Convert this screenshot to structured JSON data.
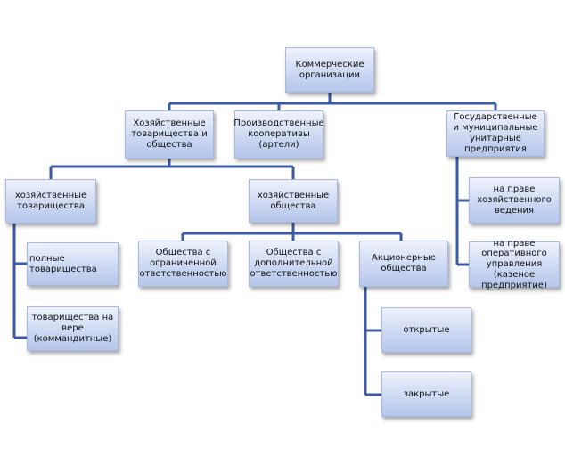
{
  "diagram": {
    "root": "Коммерческие организации",
    "level1": [
      "Хозяйственные товарищества и общества",
      "Производственные кооперативы (артели)",
      "Государственные и муниципальные унитарные предприятия"
    ],
    "partnerships": {
      "title": "хозяйственные товарищества",
      "children": [
        "полные товарищества",
        "товарищества на вере (коммандитные)"
      ]
    },
    "companies": {
      "title": "хозяйственные общества",
      "children": [
        "Общества с ограниченной ответственностью",
        "Общества с дополнительной ответственностью",
        "Акционерные общества"
      ]
    },
    "joint_stock": {
      "children": [
        "открытые",
        "закрытые"
      ]
    },
    "unitary": {
      "children": [
        "на праве хозяйственного ведения",
        "на праве оперативного управления (казеное предприятие)"
      ]
    },
    "colors": {
      "box_light": "#eef2fb",
      "box_dark": "#b4c6ec",
      "connector": "#3a5aa6"
    }
  }
}
